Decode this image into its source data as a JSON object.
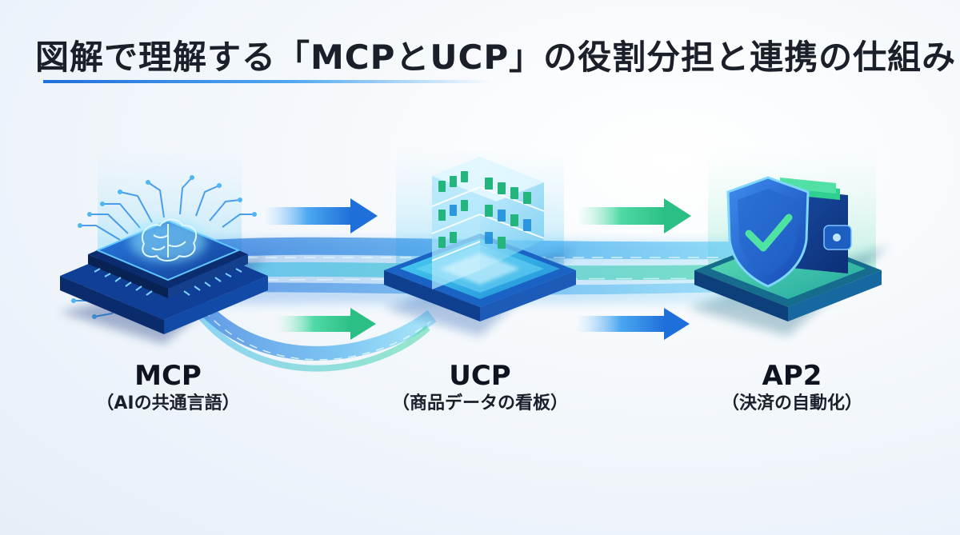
{
  "title": "図解で理解する「MCPとUCP」の役割分担と連携の仕組み",
  "colors": {
    "accent_blue": "#1e6fd9",
    "accent_cyan": "#3fc3e8",
    "accent_green": "#3ad69a",
    "title_text": "#1b1f2a"
  },
  "nodes": [
    {
      "name": "MCP",
      "desc": "（AIの共通言語）",
      "icon": "brain-chip-icon"
    },
    {
      "name": "UCP",
      "desc": "（商品データの看板）",
      "icon": "product-shelf-icon"
    },
    {
      "name": "AP2",
      "desc": "（決済の自動化）",
      "icon": "shield-wallet-icon"
    }
  ]
}
